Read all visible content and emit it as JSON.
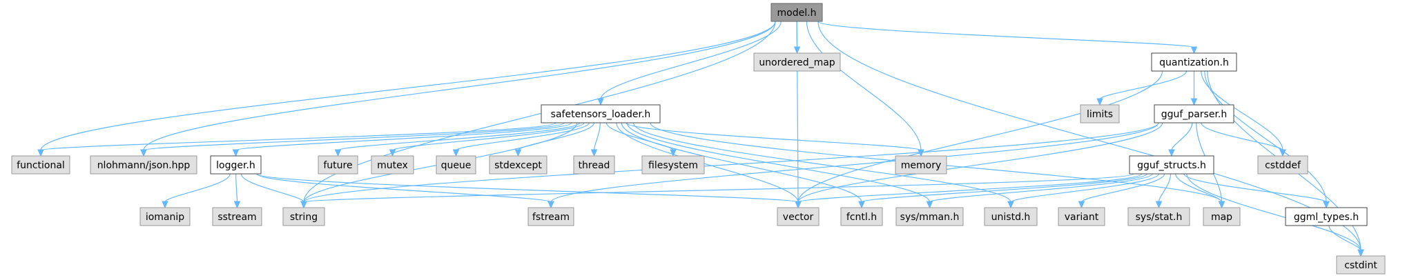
{
  "graph": {
    "root": "model.h",
    "nodes": [
      {
        "id": "model",
        "label": "model.h",
        "kind": "root"
      },
      {
        "id": "unordered_map",
        "label": "unordered_map",
        "kind": "system"
      },
      {
        "id": "quantization",
        "label": "quantization.h",
        "kind": "header"
      },
      {
        "id": "safetensors",
        "label": "safetensors_loader.h",
        "kind": "header"
      },
      {
        "id": "limits",
        "label": "limits",
        "kind": "system"
      },
      {
        "id": "gguf_parser",
        "label": "gguf_parser.h",
        "kind": "header"
      },
      {
        "id": "functional",
        "label": "functional",
        "kind": "system"
      },
      {
        "id": "json",
        "label": "nlohmann/json.hpp",
        "kind": "system"
      },
      {
        "id": "logger",
        "label": "logger.h",
        "kind": "header"
      },
      {
        "id": "future",
        "label": "future",
        "kind": "system"
      },
      {
        "id": "mutex",
        "label": "mutex",
        "kind": "system"
      },
      {
        "id": "queue",
        "label": "queue",
        "kind": "system"
      },
      {
        "id": "stdexcept",
        "label": "stdexcept",
        "kind": "system"
      },
      {
        "id": "thread",
        "label": "thread",
        "kind": "system"
      },
      {
        "id": "filesystem",
        "label": "filesystem",
        "kind": "system"
      },
      {
        "id": "memory",
        "label": "memory",
        "kind": "system"
      },
      {
        "id": "gguf_structs",
        "label": "gguf_structs.h",
        "kind": "header"
      },
      {
        "id": "cstddef",
        "label": "cstddef",
        "kind": "system"
      },
      {
        "id": "iomanip",
        "label": "iomanip",
        "kind": "system"
      },
      {
        "id": "sstream",
        "label": "sstream",
        "kind": "system"
      },
      {
        "id": "string",
        "label": "string",
        "kind": "system"
      },
      {
        "id": "fstream",
        "label": "fstream",
        "kind": "system"
      },
      {
        "id": "vector",
        "label": "vector",
        "kind": "system"
      },
      {
        "id": "fcntl",
        "label": "fcntl.h",
        "kind": "system"
      },
      {
        "id": "mman",
        "label": "sys/mman.h",
        "kind": "system"
      },
      {
        "id": "unistd",
        "label": "unistd.h",
        "kind": "system"
      },
      {
        "id": "variant",
        "label": "variant",
        "kind": "system"
      },
      {
        "id": "stat",
        "label": "sys/stat.h",
        "kind": "system"
      },
      {
        "id": "map",
        "label": "map",
        "kind": "system"
      },
      {
        "id": "ggml_types",
        "label": "ggml_types.h",
        "kind": "header"
      },
      {
        "id": "cstdint",
        "label": "cstdint",
        "kind": "system"
      }
    ],
    "edges": [
      [
        "model",
        "unordered_map"
      ],
      [
        "model",
        "quantization"
      ],
      [
        "model",
        "safetensors"
      ],
      [
        "model",
        "functional"
      ],
      [
        "model",
        "json"
      ],
      [
        "model",
        "string"
      ],
      [
        "model",
        "memory"
      ],
      [
        "model",
        "vector"
      ],
      [
        "model",
        "cstdint"
      ],
      [
        "quantization",
        "limits"
      ],
      [
        "quantization",
        "gguf_parser"
      ],
      [
        "quantization",
        "cstddef"
      ],
      [
        "quantization",
        "ggml_types"
      ],
      [
        "quantization",
        "cstdint"
      ],
      [
        "quantization",
        "vector"
      ],
      [
        "safetensors",
        "functional"
      ],
      [
        "safetensors",
        "json"
      ],
      [
        "safetensors",
        "logger"
      ],
      [
        "safetensors",
        "future"
      ],
      [
        "safetensors",
        "mutex"
      ],
      [
        "safetensors",
        "queue"
      ],
      [
        "safetensors",
        "stdexcept"
      ],
      [
        "safetensors",
        "thread"
      ],
      [
        "safetensors",
        "filesystem"
      ],
      [
        "safetensors",
        "memory"
      ],
      [
        "safetensors",
        "string"
      ],
      [
        "safetensors",
        "vector"
      ],
      [
        "safetensors",
        "fcntl"
      ],
      [
        "safetensors",
        "mman"
      ],
      [
        "safetensors",
        "unistd"
      ],
      [
        "safetensors",
        "map"
      ],
      [
        "gguf_parser",
        "gguf_structs"
      ],
      [
        "gguf_parser",
        "cstddef"
      ],
      [
        "gguf_parser",
        "string"
      ],
      [
        "gguf_parser",
        "vector"
      ],
      [
        "gguf_parser",
        "fstream"
      ],
      [
        "gguf_parser",
        "map"
      ],
      [
        "logger",
        "iomanip"
      ],
      [
        "logger",
        "sstream"
      ],
      [
        "logger",
        "string"
      ],
      [
        "logger",
        "fstream"
      ],
      [
        "logger",
        "vector"
      ],
      [
        "gguf_structs",
        "string"
      ],
      [
        "gguf_structs",
        "vector"
      ],
      [
        "gguf_structs",
        "fcntl"
      ],
      [
        "gguf_structs",
        "mman"
      ],
      [
        "gguf_structs",
        "unistd"
      ],
      [
        "gguf_structs",
        "variant"
      ],
      [
        "gguf_structs",
        "stat"
      ],
      [
        "gguf_structs",
        "map"
      ],
      [
        "gguf_structs",
        "ggml_types"
      ],
      [
        "gguf_structs",
        "cstdint"
      ],
      [
        "ggml_types",
        "cstdint"
      ]
    ]
  }
}
